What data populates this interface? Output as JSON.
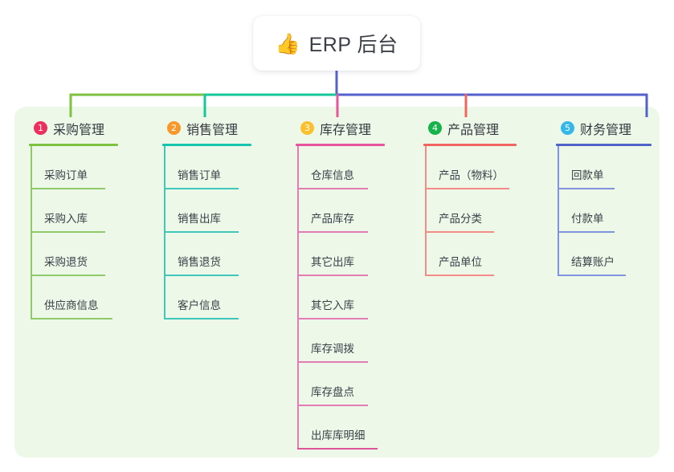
{
  "root": {
    "icon": "thumbs-up-icon",
    "icon_glyph": "👍",
    "label": "ERP 后台"
  },
  "palette": {
    "page_background": "#ffffff",
    "panel_background": "#eef8e9",
    "card_background": "#ffffff",
    "text": "#35393f",
    "connector_green": "#7ec242",
    "connector_teal": "#16c79a",
    "connector_blue": "#5360cd",
    "drop_pink": "#e8559a",
    "drop_red": "#f2645f",
    "drop_blue": "#4f63c9"
  },
  "columns": [
    {
      "number": "1",
      "title": "采购管理",
      "badge_color": "#ec2f5b",
      "rule_color": "#7ec242",
      "line_color": "#7ec242",
      "items": [
        "采购订单",
        "采购入库",
        "采购退货",
        "供应商信息"
      ]
    },
    {
      "number": "2",
      "title": "销售管理",
      "badge_color": "#f8982c",
      "rule_color": "#16c5ae",
      "line_color": "#3fc7bb",
      "items": [
        "销售订单",
        "销售出库",
        "销售退货",
        "客户信息"
      ]
    },
    {
      "number": "3",
      "title": "库存管理",
      "badge_color": "#fcc02e",
      "rule_color": "#e854a0",
      "line_color": "#e37cb4",
      "items": [
        "仓库信息",
        "产品库存",
        "其它出库",
        "其它入库",
        "库存调拨",
        "库存盘点",
        "出库库明细"
      ]
    },
    {
      "number": "4",
      "title": "产品管理",
      "badge_color": "#16b34a",
      "rule_color": "#f2645f",
      "line_color": "#f48b86",
      "items": [
        "产品（物料）",
        "产品分类",
        "产品单位"
      ]
    },
    {
      "number": "5",
      "title": "财务管理",
      "badge_color": "#35b8e8",
      "rule_color": "#4f63c9",
      "line_color": "#8193dd",
      "items": [
        "回款单",
        "付款单",
        "结算账户"
      ]
    }
  ]
}
